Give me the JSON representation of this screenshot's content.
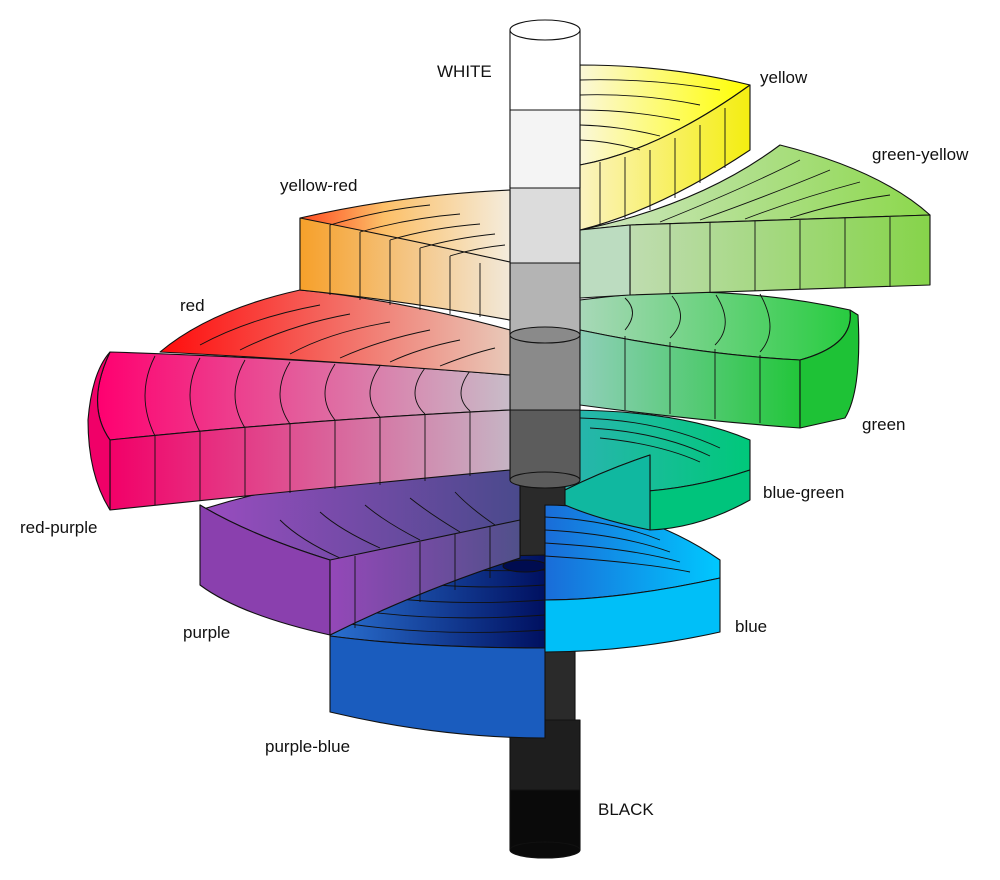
{
  "axis": {
    "top_label": "WHITE",
    "bottom_label": "BLACK",
    "value_colors": [
      "#ffffff",
      "#f4f4f4",
      "#dcdcdc",
      "#b4b4b4",
      "#8a8a8a",
      "#5c5c5c",
      "#353535",
      "#1e1e1e",
      "#0a0a0a"
    ]
  },
  "hues": [
    {
      "id": "yellow",
      "label": "yellow",
      "color": "#ffff00",
      "face": "#f2f000"
    },
    {
      "id": "green-yellow",
      "label": "green-yellow",
      "color": "#8fdc4a",
      "face": "#84d044"
    },
    {
      "id": "green",
      "label": "green",
      "color": "#26cc3e",
      "face": "#22be38"
    },
    {
      "id": "blue-green",
      "label": "blue-green",
      "color": "#00c77a",
      "face": "#00b86f"
    },
    {
      "id": "blue",
      "label": "blue",
      "color": "#00c8ff",
      "face": "#00b8f0"
    },
    {
      "id": "purple-blue",
      "label": "purple-blue",
      "color": "#1e64c8",
      "face": "#1a5cbe"
    },
    {
      "id": "purple",
      "label": "purple",
      "color": "#8a3fb0",
      "face": "#7e38a4"
    },
    {
      "id": "red-purple",
      "label": "red-purple",
      "color": "#ff0070",
      "face": "#f00068"
    },
    {
      "id": "red",
      "label": "red",
      "color": "#ff1010",
      "face": "#f00c0c"
    },
    {
      "id": "yellow-red",
      "label": "yellow-red",
      "color": "#ff9a1a",
      "face": "#f58f12"
    }
  ]
}
